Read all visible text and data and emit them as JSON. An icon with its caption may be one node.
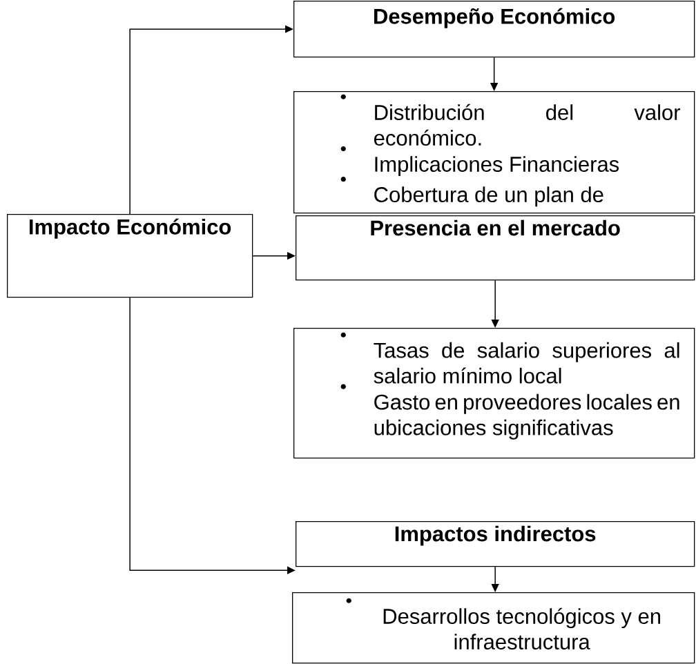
{
  "diagram": {
    "nodes": [
      {
        "text": [
          "Impacto Económico"
        ]
      },
      {
        "text": [
          "Desempeño Económico"
        ]
      },
      {
        "text": [
          "Distribución del valor económico.",
          "Implicaciones Financieras",
          "Cobertura de un plan de"
        ]
      },
      {
        "text": [
          "Presencia en el mercado"
        ]
      },
      {
        "text": [
          "Tasas de salario superiores al salario mínimo local",
          "Gasto en proveedores locales en ubicaciones significativas"
        ]
      },
      {
        "text": [
          "Impactos indirectos"
        ]
      },
      {
        "text": [
          "Desarrollos tecnológicos y  en infraestructura"
        ]
      }
    ],
    "edges": [
      {
        "from": 0,
        "to": 1,
        "arrow": "to"
      },
      {
        "from": 1,
        "to": 2,
        "arrow": "to"
      },
      {
        "from": 0,
        "to": 3,
        "arrow": "to"
      },
      {
        "from": 3,
        "to": 4,
        "arrow": "to"
      },
      {
        "from": 0,
        "to": 5,
        "arrow": "to"
      },
      {
        "from": 5,
        "to": 6,
        "arrow": "to"
      }
    ]
  }
}
